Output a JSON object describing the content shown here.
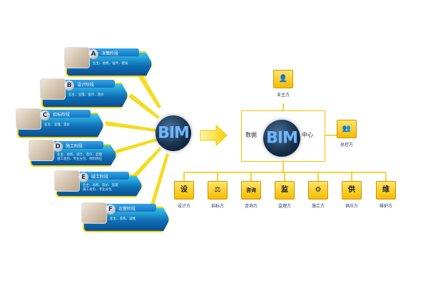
{
  "phases": [
    {
      "letter": "A",
      "title": "决策阶段",
      "desc": "业主、总统、设计、建设",
      "icon": "meeting-photo-icon"
    },
    {
      "letter": "B",
      "title": "设计阶段",
      "desc": "业主、业理、设计、造价",
      "icon": "blueprint-photo-icon"
    },
    {
      "letter": "C",
      "title": "招标阶段",
      "desc": "业主、业理、造价",
      "icon": "contract-photo-icon"
    },
    {
      "letter": "D",
      "title": "施工阶段",
      "desc": "业主、总统、设计、造价、监理\n施工总包、专业分包、材料供应",
      "icon": "construction-photo-icon"
    },
    {
      "letter": "E",
      "title": "竣工阶段",
      "desc": "业主、总统、造价、监理\n施工总包、专业分包",
      "icon": "building-photo-icon"
    },
    {
      "letter": "F",
      "title": "运营阶段",
      "desc": "业主、总统、运维",
      "icon": "workers-photo-icon"
    }
  ],
  "bim_logo": "BIM",
  "center": {
    "left": "数据",
    "right": "中心"
  },
  "top_node": {
    "label": "业主方",
    "icon": "owner-person-icon",
    "glyph": "👤"
  },
  "side_node": {
    "label": "总控方",
    "icon": "group-people-icon",
    "glyph": "👥"
  },
  "bottom_nodes": [
    {
      "label": "设计方",
      "icon": "designer-icon",
      "glyph": "设"
    },
    {
      "label": "招标方",
      "icon": "gavel-icon",
      "glyph": "⚖"
    },
    {
      "label": "咨询方",
      "icon": "consult-icon",
      "glyph": "咨询"
    },
    {
      "label": "监理方",
      "icon": "helmet-icon",
      "glyph": "监"
    },
    {
      "label": "施工方",
      "icon": "gear-icon",
      "glyph": "⚙"
    },
    {
      "label": "供应方",
      "icon": "supply-icon",
      "glyph": "供"
    },
    {
      "label": "维护方",
      "icon": "maintenance-worker-icon",
      "glyph": "维"
    }
  ],
  "colors": {
    "accent_yellow": "#f6d200",
    "blue_bar": "#0f6fb6",
    "label_navy": "#1e2c55"
  }
}
